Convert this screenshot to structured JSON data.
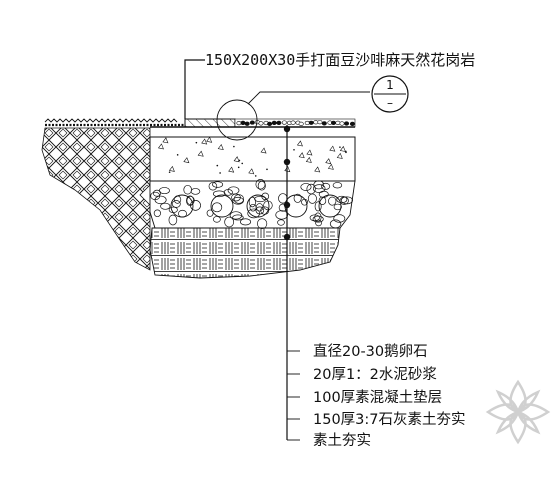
{
  "callout_top": "150X200X30手打面豆沙啡麻天然花岗岩",
  "detail_marker": {
    "number": "1",
    "sub": "–"
  },
  "layers": [
    "直径20-30鹅卵石",
    "20厚1：2水泥砂浆",
    "100厚素混凝土垫层",
    "150厚3:7石灰素土夯实",
    "素土夯实"
  ],
  "colors": {
    "ink": "#111111",
    "paper": "#ffffff",
    "watermark": "#d8d8d8"
  },
  "watermark_icon": "lotus-logo-icon"
}
